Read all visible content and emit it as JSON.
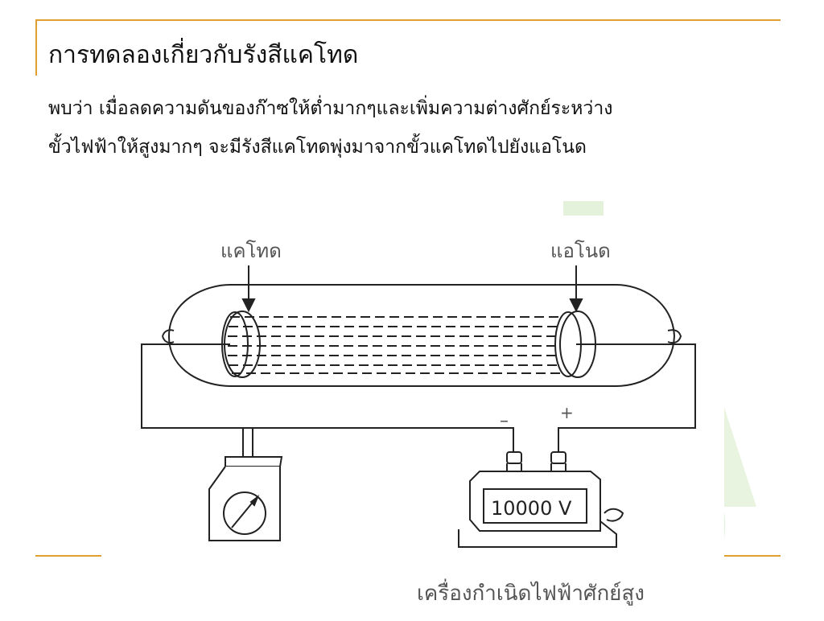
{
  "slide": {
    "title": "การทดลองเกี่ยวกับรังสีแคโทด",
    "paragraph": [
      "พบว่า เมื่อลดความดันของก๊าซให้ต่ำมากๆและเพิ่มความต่างศักย์ระหว่าง",
      "ขั้วไฟฟ้าให้สูงมากๆ จะมีรังสีแคโทดพุ่งมาจากขั้วแคโทดไปยังแอโนด"
    ],
    "accent_color": "#e0a030"
  },
  "diagram": {
    "cathode_label": "แคโทด",
    "anode_label": "แอโนด",
    "minus_sign": "–",
    "plus_sign": "+",
    "power_supply_reading": "10000 V",
    "power_supply_caption": "เครื่องกำเนิดไฟฟ้าศักย์สูง",
    "meter_icon": "galvanometer-icon"
  }
}
